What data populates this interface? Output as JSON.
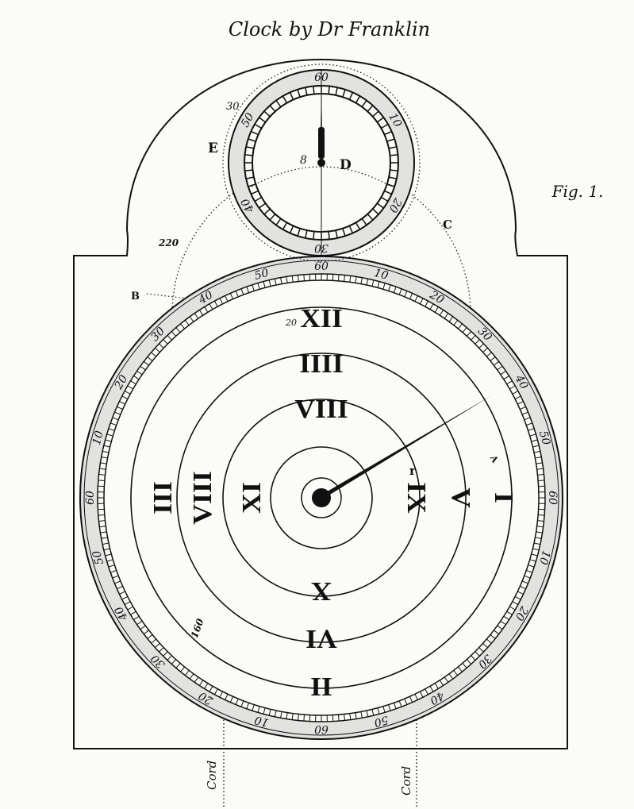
{
  "title": "Clock by Dr Franklin",
  "figure_label": "Fig. 1.",
  "colors": {
    "ink": "#111111",
    "paper": "#fbfbf7",
    "band": "#e2e2e0"
  },
  "hour_numerals": [
    {
      "label": "XII",
      "angle": 0,
      "r": 226
    },
    {
      "label": "IIII",
      "angle": 0,
      "r": 169
    },
    {
      "label": "VIII",
      "angle": 0,
      "r": 112
    },
    {
      "label": "IX",
      "angle": 90,
      "r": 120
    },
    {
      "label": "V",
      "angle": 90,
      "r": 176
    },
    {
      "label": "I",
      "angle": 90,
      "r": 230
    },
    {
      "label": "X",
      "angle": 180,
      "r": 118
    },
    {
      "label": "VI",
      "angle": 180,
      "r": 178
    },
    {
      "label": "II",
      "angle": 180,
      "r": 238
    },
    {
      "label": "XI",
      "angle": 270,
      "r": 88
    },
    {
      "label": "VIII",
      "angle": 270,
      "r": 150
    },
    {
      "label": "III",
      "angle": 270,
      "r": 200
    }
  ],
  "minute_labels": [
    "60",
    "10",
    "20",
    "30",
    "40",
    "50",
    "60",
    "10",
    "20",
    "30",
    "40",
    "50",
    "60",
    "10",
    "20",
    "30",
    "40",
    "50",
    "60",
    "10",
    "20",
    "30",
    "40",
    "50"
  ],
  "seconds_labels": [
    "60",
    "10",
    "20",
    "30",
    "40",
    "50"
  ],
  "letters": {
    "D": "D",
    "E": "E",
    "eight": "8",
    "thirty": "30",
    "two_twenty": "220",
    "B": "B",
    "C": "C",
    "twenty": "20",
    "one_sixty": "160",
    "r": "r",
    "A": "A"
  },
  "cord_labels": [
    "Cord",
    "Cord"
  ]
}
